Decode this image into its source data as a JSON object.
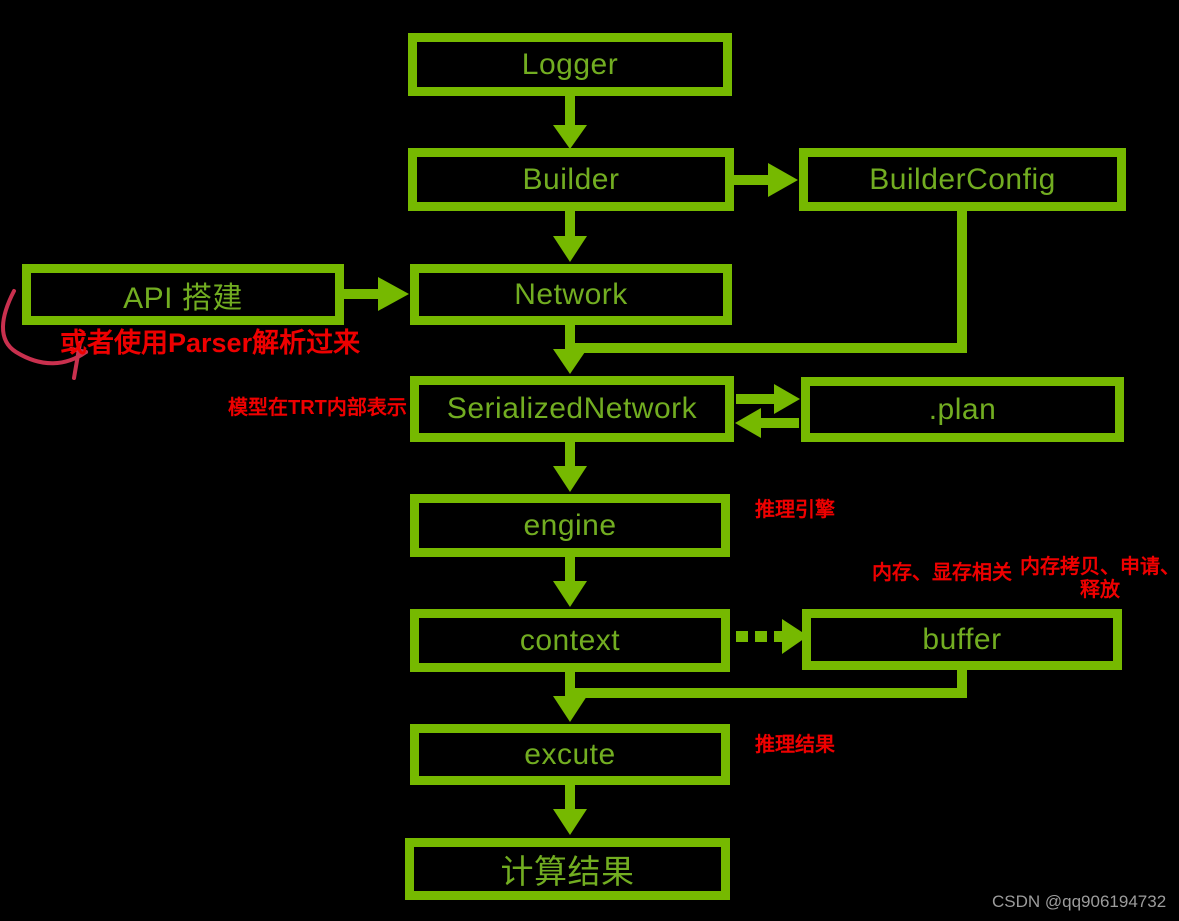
{
  "colors": {
    "background": "#000000",
    "node_border": "#76b900",
    "node_text": "#72ad21",
    "annotation_red": "#ee0000",
    "squiggle_red": "#c9304e",
    "watermark_gray": "#9c9c9c"
  },
  "nodes": {
    "logger": {
      "label": "Logger"
    },
    "builder": {
      "label": "Builder"
    },
    "builder_config": {
      "label": "BuilderConfig"
    },
    "api_build": {
      "label": "API 搭建"
    },
    "network": {
      "label": "Network"
    },
    "serialized_network": {
      "label": "SerializedNetwork"
    },
    "plan": {
      "label": ".plan"
    },
    "engine": {
      "label": "engine"
    },
    "context": {
      "label": "context"
    },
    "buffer": {
      "label": "buffer"
    },
    "excute": {
      "label": "excute"
    },
    "result": {
      "label": "计算结果"
    }
  },
  "annotations": {
    "parser": "或者使用Parser解析过来",
    "trt_internal": "模型在TRT内部表示",
    "inference_engine": "推理引擎",
    "memory_related": "内存、显存相关",
    "memory_ops": "内存拷贝、申请、释放",
    "inference_result": "推理结果"
  },
  "edges": [
    {
      "from": "logger",
      "to": "builder",
      "style": "arrow"
    },
    {
      "from": "builder",
      "to": "builder_config",
      "style": "arrow"
    },
    {
      "from": "builder",
      "to": "network",
      "style": "arrow"
    },
    {
      "from": "api_build",
      "to": "network",
      "style": "arrow"
    },
    {
      "from": "builder_config",
      "to": "serialized_network",
      "style": "elbow-line"
    },
    {
      "from": "network",
      "to": "serialized_network",
      "style": "arrow"
    },
    {
      "from": "serialized_network",
      "to": "plan",
      "style": "arrow"
    },
    {
      "from": "plan",
      "to": "serialized_network",
      "style": "arrow"
    },
    {
      "from": "serialized_network",
      "to": "engine",
      "style": "arrow"
    },
    {
      "from": "engine",
      "to": "context",
      "style": "arrow"
    },
    {
      "from": "context",
      "to": "buffer",
      "style": "dotted-arrow"
    },
    {
      "from": "context",
      "to": "excute",
      "style": "arrow"
    },
    {
      "from": "buffer",
      "to": "excute",
      "style": "elbow-line"
    },
    {
      "from": "excute",
      "to": "result",
      "style": "arrow"
    }
  ],
  "watermark": "CSDN @qq906194732"
}
